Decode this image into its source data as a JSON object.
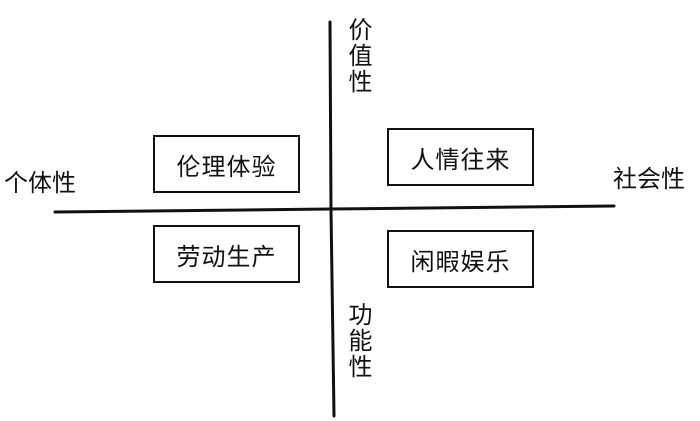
{
  "axes": {
    "top": "价值性",
    "bottom": "功能性",
    "left": "个体性",
    "right": "社会性"
  },
  "quadrants": {
    "top_left": "伦理体验",
    "top_right": "人情往来",
    "bottom_left": "劳动生产",
    "bottom_right": "闲暇娱乐"
  },
  "colors": {
    "ink": "#111111",
    "background": "#ffffff"
  }
}
